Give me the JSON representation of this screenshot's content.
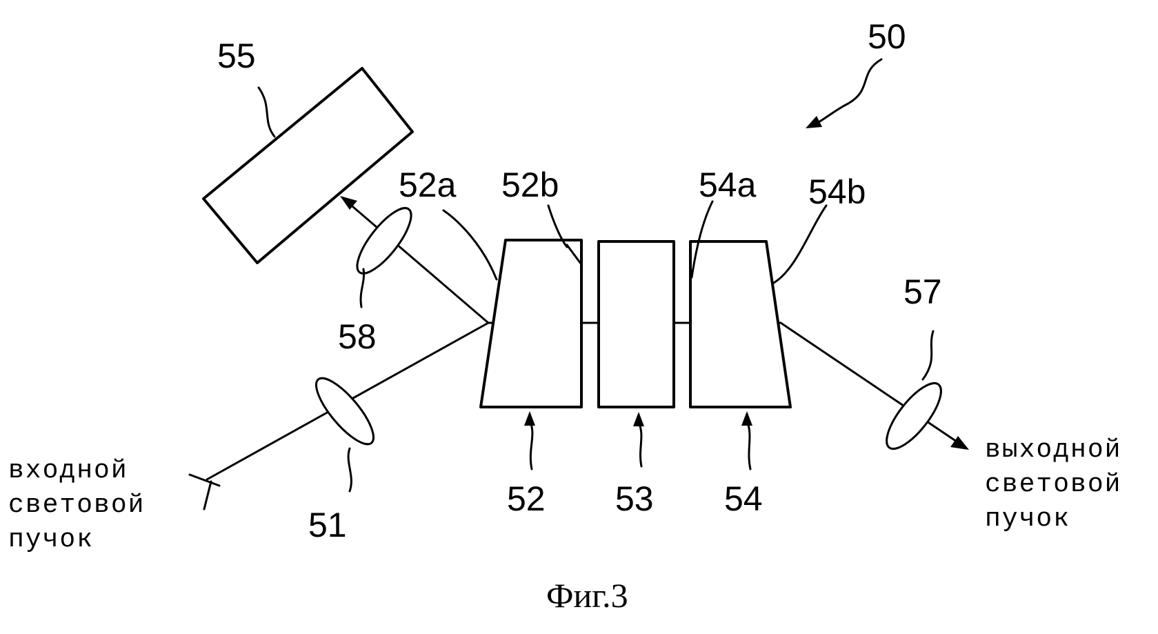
{
  "figure": {
    "caption": "Фиг.3",
    "assembly_ref": "50",
    "refs": {
      "r55": "55",
      "r52a": "52a",
      "r52b": "52b",
      "r54a": "54a",
      "r54b": "54b",
      "r57": "57",
      "r58": "58",
      "r51": "51",
      "r52": "52",
      "r53": "53",
      "r54": "54"
    },
    "input_label": [
      "входной",
      "световой",
      "пучок"
    ],
    "output_label": [
      "выходной",
      "световой",
      "пучок"
    ]
  }
}
